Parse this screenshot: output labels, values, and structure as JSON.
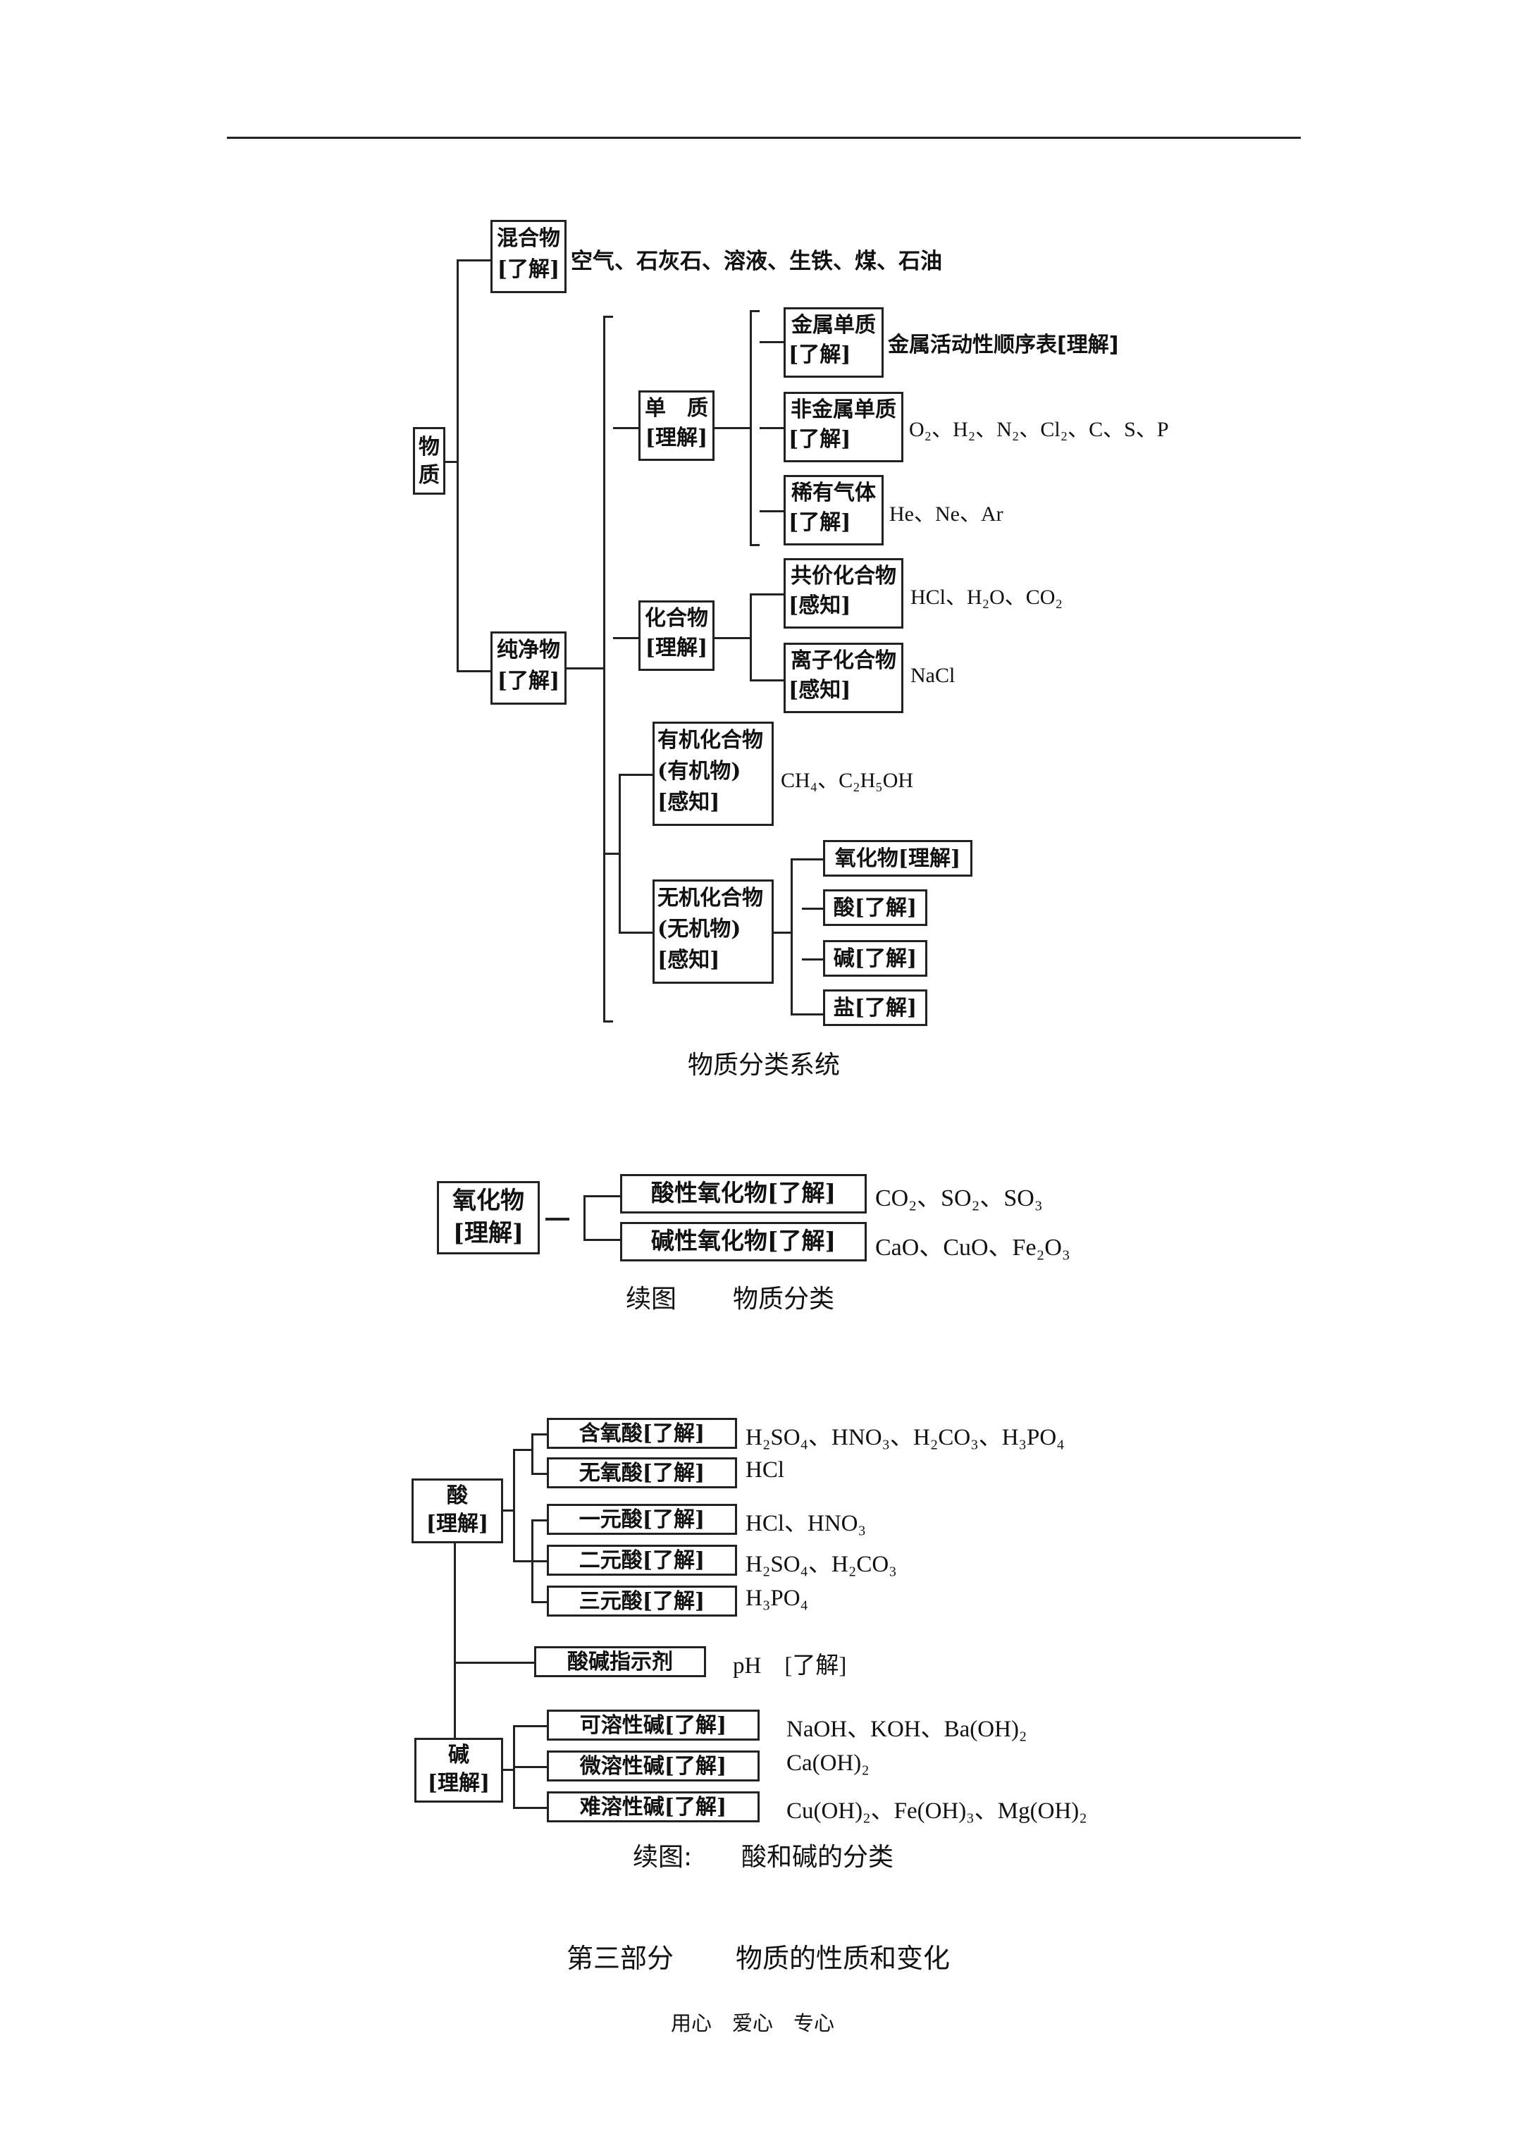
{
  "diagram1": {
    "root": "物质",
    "mixture": {
      "name": "混合物",
      "level": "[了解]",
      "examples": "空气、石灰石、溶液、生铁、煤、石油"
    },
    "pure": {
      "name": "纯净物",
      "level": "[了解]"
    },
    "element": {
      "name": "单　质",
      "level": "[理解]"
    },
    "metal": {
      "name": "金属单质",
      "level": "[了解]",
      "examples": "金属活动性顺序表[理解]"
    },
    "nonmetal": {
      "name": "非金属单质",
      "level": "[了解]",
      "examples": "O₂、H₂、N₂、Cl₂、C、S、P"
    },
    "noble": {
      "name": "稀有气体",
      "level": "[了解]",
      "examples": "He、Ne、Ar"
    },
    "compound": {
      "name": "化合物",
      "level": "[理解]"
    },
    "covalent": {
      "name": "共价化合物",
      "level": "[感知]",
      "examples": "HCl、H₂O、CO₂"
    },
    "ionic": {
      "name": "离子化合物",
      "level": "[感知]",
      "examples": "NaCl"
    },
    "organic": {
      "line1": "有机化合物",
      "line2": "(有机物)",
      "level": "[感知]",
      "examples": "CH₄、C₂H₅OH"
    },
    "inorganic": {
      "line1": "无机化合物",
      "line2": "(无机物)",
      "level": "[感知]"
    },
    "inorganic_children": [
      "氧化物[理解]",
      "酸[了解]",
      "碱[了解]",
      "盐[了解]"
    ],
    "caption": "物质分类系统"
  },
  "diagram2": {
    "root_line1": "氧化物",
    "root_line2": "[理解]",
    "acidic": {
      "name": "酸性氧化物[了解]",
      "examples": "CO₂、SO₂、SO₃"
    },
    "basic": {
      "name": "碱性氧化物[了解]",
      "examples": "CaO、CuO、Fe₂O₃"
    },
    "caption_a": "续图",
    "caption_b": "物质分类"
  },
  "diagram3": {
    "acid": {
      "line1": "酸",
      "line2": "[理解]"
    },
    "base": {
      "line1": "碱",
      "line2": "[理解]"
    },
    "acid_children": [
      {
        "name": "含氧酸[了解]",
        "examples": "H₂SO₄、HNO₃、H₂CO₃、H₃PO₄"
      },
      {
        "name": "无氧酸[了解]",
        "examples": "HCl"
      },
      {
        "name": "一元酸[了解]",
        "examples": "HCl、HNO₃"
      },
      {
        "name": "二元酸[了解]",
        "examples": "H₂SO₄、H₂CO₃"
      },
      {
        "name": "三元酸[了解]",
        "examples": "H₃PO₄"
      }
    ],
    "indicator": {
      "name": "酸碱指示剂",
      "examples": "pH　[了解]"
    },
    "base_children": [
      {
        "name": "可溶性碱[了解]",
        "examples": "NaOH、KOH、Ba(OH)₂"
      },
      {
        "name": "微溶性碱[了解]",
        "examples": "Ca(OH)₂"
      },
      {
        "name": "难溶性碱[了解]",
        "examples": "Cu(OH)₂、Fe(OH)₃、Mg(OH)₂"
      }
    ],
    "caption_a": "续图:",
    "caption_b": "酸和碱的分类"
  },
  "section_title_a": "第三部分",
  "section_title_b": "物质的性质和变化",
  "footer": "用心　爱心　专心"
}
